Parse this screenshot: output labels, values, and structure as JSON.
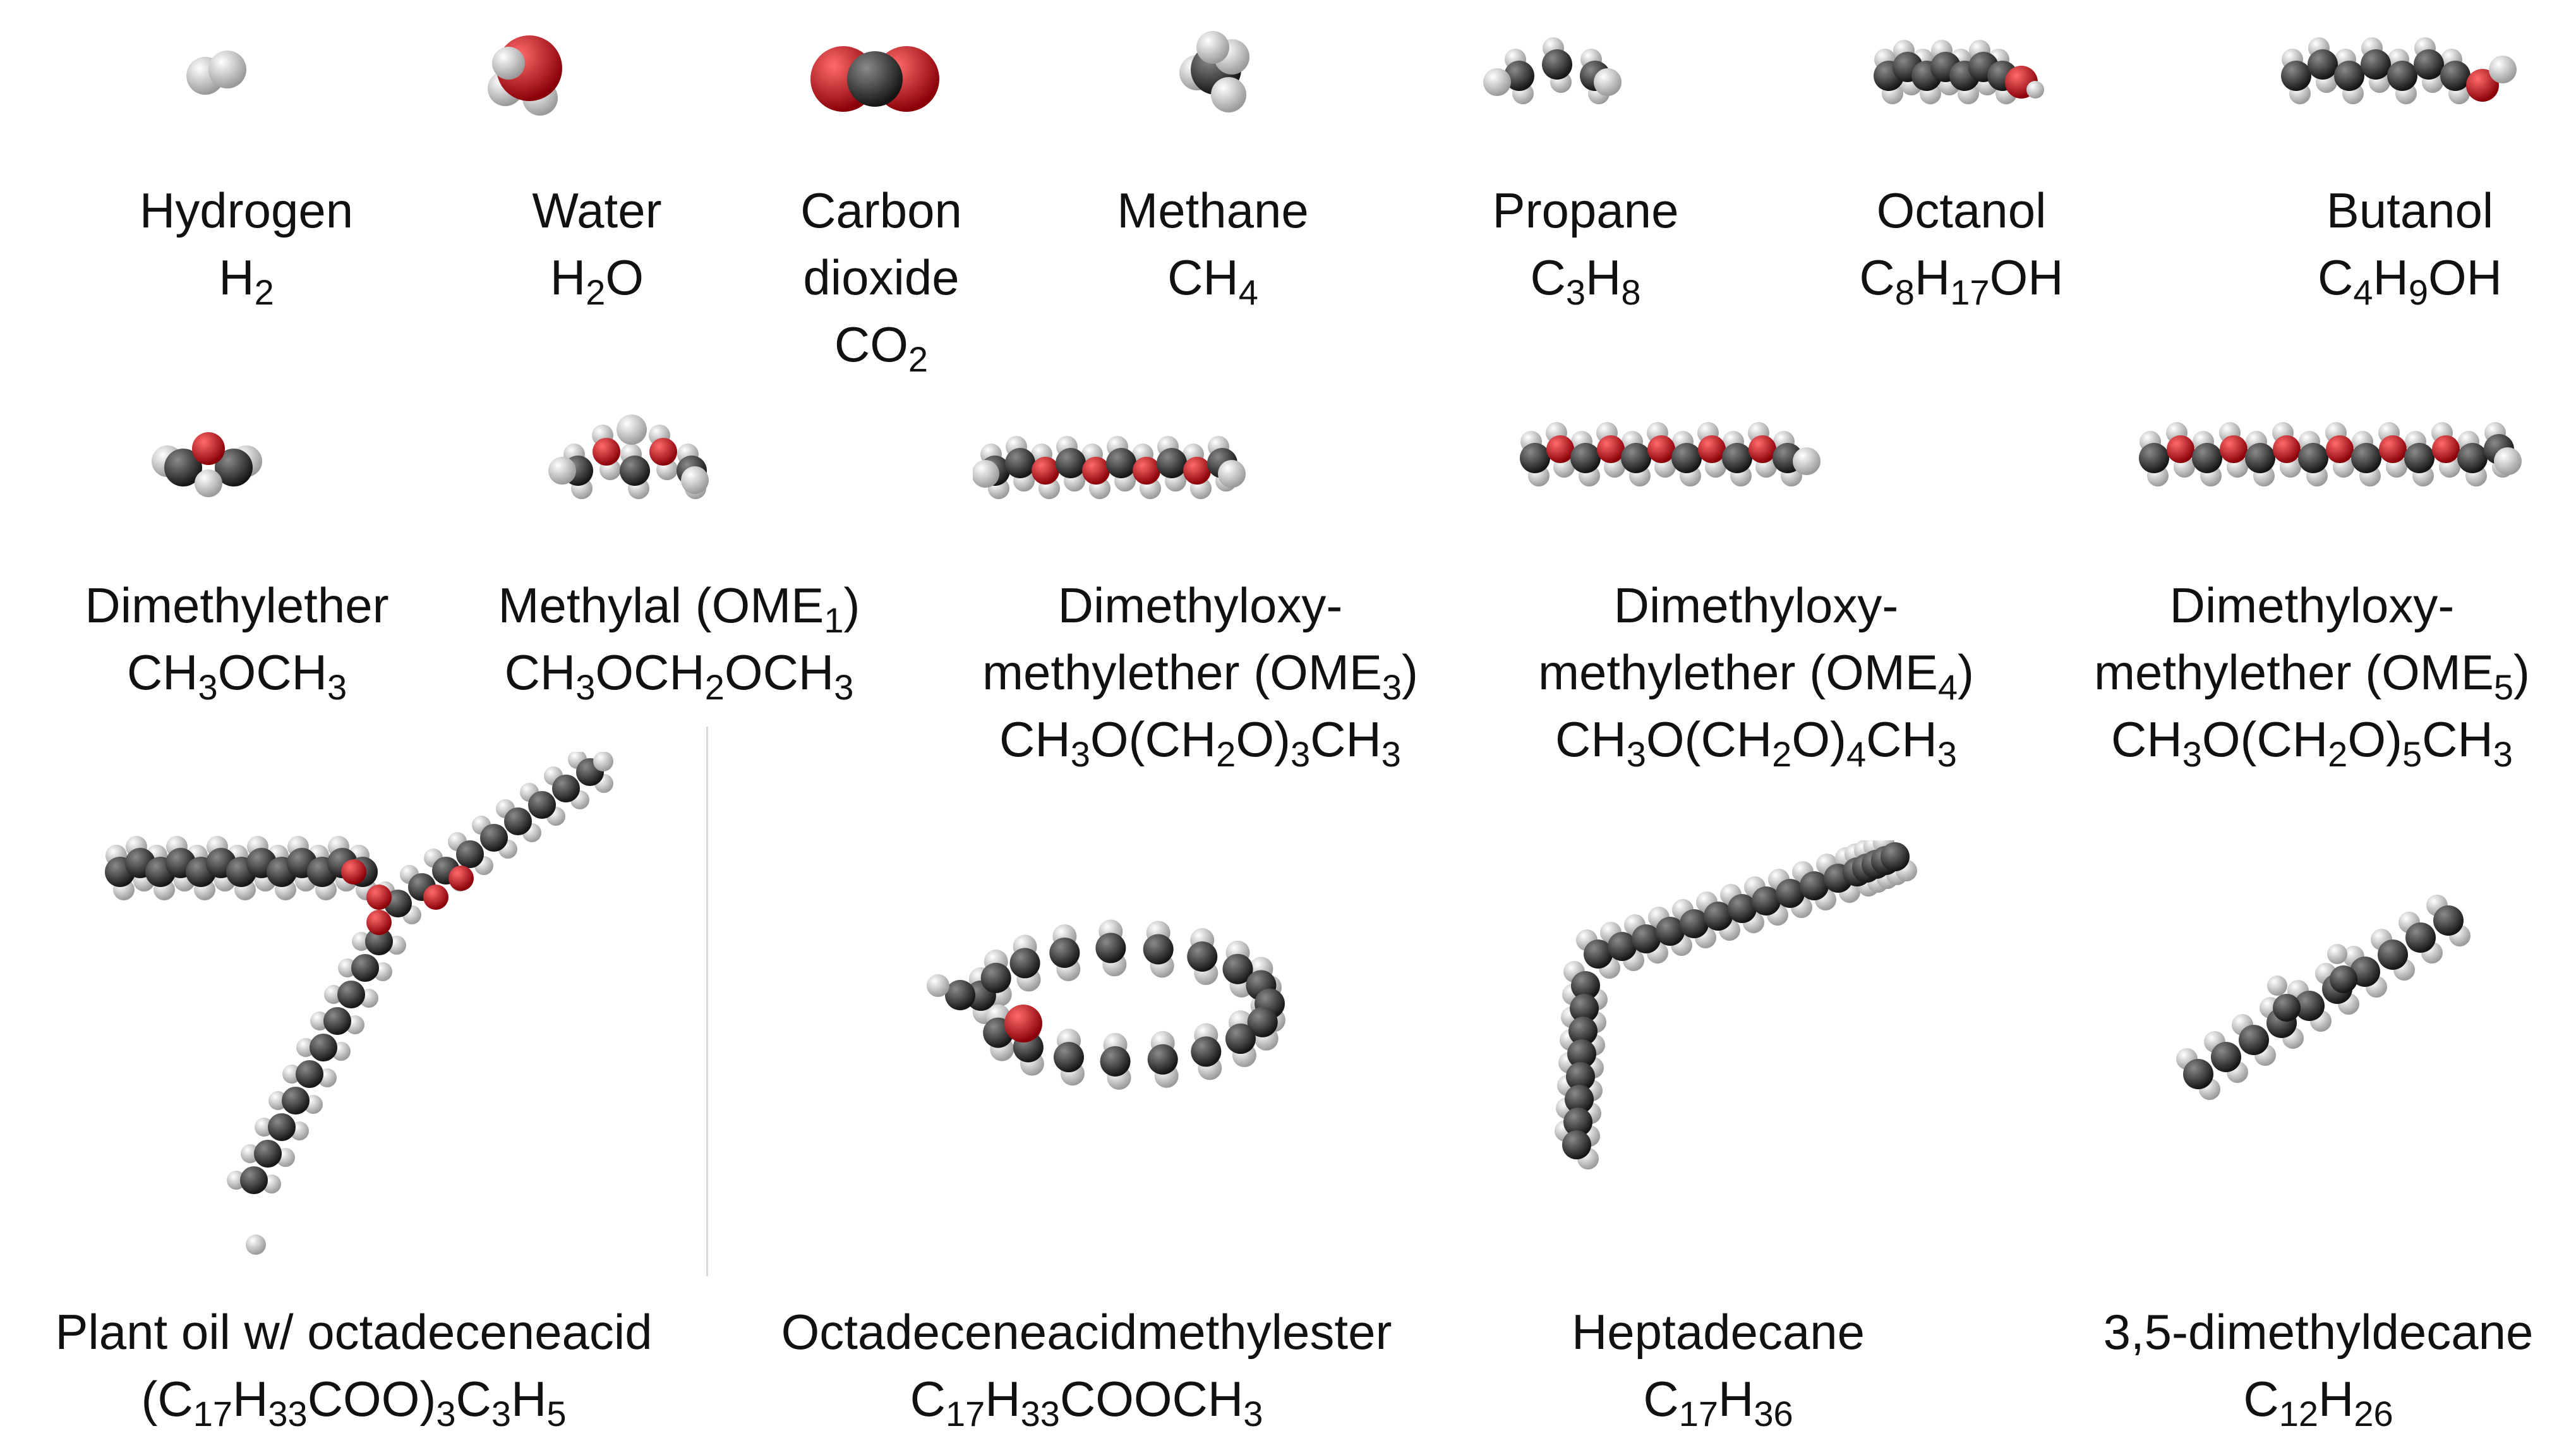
{
  "colors": {
    "carbon": "#3d3d3d",
    "hydrogen": "#e6e6e6",
    "oxygen": "#e1141c",
    "text": "#111111",
    "divider": "#d9d9d9"
  },
  "molecules": [
    {
      "name": "Hydrogen",
      "formula": "H|2"
    },
    {
      "name": "Water",
      "formula": "H|2|O"
    },
    {
      "name": "Carbon",
      "name2": "dioxide",
      "formula": "CO|2"
    },
    {
      "name": "Methane",
      "formula": "CH|4"
    },
    {
      "name": "Propane",
      "formula": "C|3|H|8"
    },
    {
      "name": "Octanol",
      "formula": "C|8|H|17|OH"
    },
    {
      "name": "Butanol",
      "formula": "C|4|H|9|OH"
    },
    {
      "name": "Dimethylether",
      "formula": "CH|3|OCH|3"
    },
    {
      "name": "Methylal (OME|1|)",
      "formula": "CH|3|OCH|2|OCH|3"
    },
    {
      "name": "Dimethyloxy-",
      "name2": "methylether (OME|3|)",
      "formula": "CH|3|O(CH|2|O)|3|CH|3"
    },
    {
      "name": "Dimethyloxy-",
      "name2": "methylether (OME|4|)",
      "formula": "CH|3|O(CH|2|O)|4|CH|3"
    },
    {
      "name": "Dimethyloxy-",
      "name2": "methylether (OME|5|)",
      "formula": "CH|3|O(CH|2|O)|5|CH|3"
    },
    {
      "name": "Plant oil w/ octadeceneacid",
      "formula": "(C|17|H|33|COO)|3|C|3|H|5"
    },
    {
      "name": "Octadeceneacidmethylester",
      "formula": "C|17|H|33|COOCH|3"
    },
    {
      "name": "Heptadecane",
      "formula": "C|17|H|36"
    },
    {
      "name": "3,5-dimethyldecane",
      "formula": "C|12|H|26"
    }
  ]
}
